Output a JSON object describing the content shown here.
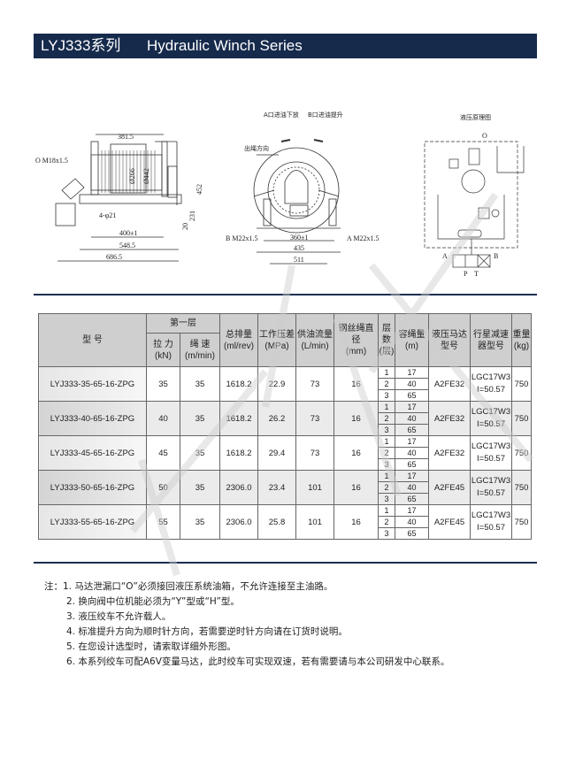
{
  "header": {
    "model_series": "LYJ333系列",
    "title_en": "Hydraulic Winch Series"
  },
  "drawings": {
    "side": {
      "port_o": "O M18x1.5",
      "drum_length": "381.5",
      "dia1": "Ø266",
      "dia2": "Ø442",
      "holes": "4-φ21",
      "height": "452",
      "center_h": "231",
      "base_h": "20",
      "w1": "400±1",
      "w2": "548.5",
      "w3": "686.5"
    },
    "front": {
      "a_label": "A口进油下放",
      "b_label": "B口进油提升",
      "rope_dir": "出绳方向",
      "port_b": "B M22x1.5",
      "port_a": "A M22x1.5",
      "w1": "360±1",
      "w2": "435",
      "w3": "511"
    },
    "schematic": {
      "title": "液压原理图",
      "o": "O",
      "a": "A",
      "b": "B",
      "p": "P",
      "t": "T"
    }
  },
  "table": {
    "headers": {
      "model": "型  号",
      "first_layer": "第一层",
      "pull": "拉 力",
      "pull_unit": "(kN)",
      "speed": "绳 速",
      "speed_unit": "(m/min)",
      "displacement": "总排量",
      "displacement_unit": "(ml/rev)",
      "pressure": "工作压差",
      "pressure_unit": "(MPa)",
      "flow": "供油流量",
      "flow_unit": "(L/min)",
      "rope": "钢丝绳直径",
      "rope_unit": "(mm)",
      "layers": "层数",
      "layers_unit": "(层)",
      "capacity": "容绳量",
      "capacity_unit": "(m)",
      "motor": "液压马达",
      "motor2": "型号",
      "reducer": "行星减速",
      "reducer2": "器型号",
      "weight": "重量",
      "weight_unit": "(kg)"
    },
    "rows": [
      {
        "model": "LYJ333-35-65-16-ZPG",
        "pull": "35",
        "speed": "35",
        "displacement": "1618.2",
        "pressure": "22.9",
        "flow": "73",
        "rope": "16",
        "layers": [
          "1",
          "2",
          "3"
        ],
        "capacity": [
          "17",
          "40",
          "65"
        ],
        "motor": "A2FE32",
        "reducer": "LGC17W3",
        "ratio": "I=50.57",
        "weight": "750"
      },
      {
        "model": "LYJ333-40-65-16-ZPG",
        "pull": "40",
        "speed": "35",
        "displacement": "1618.2",
        "pressure": "26.2",
        "flow": "73",
        "rope": "16",
        "layers": [
          "1",
          "2",
          "3"
        ],
        "capacity": [
          "17",
          "40",
          "65"
        ],
        "motor": "A2FE32",
        "reducer": "LGC17W3",
        "ratio": "I=50.57",
        "weight": "750"
      },
      {
        "model": "LYJ333-45-65-16-ZPG",
        "pull": "45",
        "speed": "35",
        "displacement": "1618.2",
        "pressure": "29.4",
        "flow": "73",
        "rope": "16",
        "layers": [
          "1",
          "2",
          "3"
        ],
        "capacity": [
          "17",
          "40",
          "65"
        ],
        "motor": "A2FE32",
        "reducer": "LGC17W3",
        "ratio": "I=50.57",
        "weight": "750"
      },
      {
        "model": "LYJ333-50-65-16-ZPG",
        "pull": "50",
        "speed": "35",
        "displacement": "2306.0",
        "pressure": "23.4",
        "flow": "101",
        "rope": "16",
        "layers": [
          "1",
          "2",
          "3"
        ],
        "capacity": [
          "17",
          "40",
          "65"
        ],
        "motor": "A2FE45",
        "reducer": "LGC17W3",
        "ratio": "I=50.57",
        "weight": "750"
      },
      {
        "model": "LYJ333-55-65-16-ZPG",
        "pull": "55",
        "speed": "35",
        "displacement": "2306.0",
        "pressure": "25.8",
        "flow": "101",
        "rope": "16",
        "layers": [
          "1",
          "2",
          "3"
        ],
        "capacity": [
          "17",
          "40",
          "65"
        ],
        "motor": "A2FE45",
        "reducer": "LGC17W3",
        "ratio": "I=50.57",
        "weight": "750"
      }
    ]
  },
  "notes": [
    "注：1. 马达泄漏口“O”必须接回液压系统油箱，不允许连接至主油路。",
    "2. 换向阀中位机能必须为“Y”型或“H”型。",
    "3. 液压绞车不允许载人。",
    "4. 标准提升方向为顺时针方向，若需要逆时针方向请在订货时说明。",
    "5. 在您设计选型时，请索取详细外形图。",
    "6. 本系列绞车可配A6V变量马达，此时绞车可实现双速，若有需要请与本公司研发中心联系。"
  ]
}
